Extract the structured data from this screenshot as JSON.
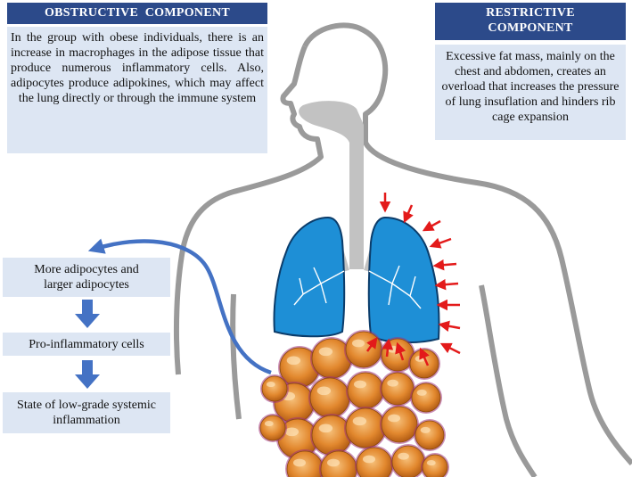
{
  "obstructive": {
    "title": "OBSTRUCTIVE  COMPONENT",
    "text": "In the group with obese individuals, there is an increase in macrophages in the adipose tissue that produce numerous inflammatory cells. Also, adipocytes produce adipokines, which may affect the lung directly or through the immune system"
  },
  "restrictive": {
    "title_line1": "RESTRICTIVE",
    "title_line2": "COMPONENT",
    "text": "Excessive fat mass, mainly on the chest and abdomen, creates an overload that increases the pressure of lung insuflation and hinders rib cage expansion"
  },
  "flow": {
    "steps": [
      "More adipocytes and larger adipocytes",
      "Pro-inflammatory cells",
      "State of low-grade systemic inflammation"
    ]
  },
  "colors": {
    "header": "#2c4a8a",
    "box": "#dde6f3",
    "lung": "#1e8fd6",
    "lung_outline": "#0b3c6a",
    "flow_arrow": "#4472c4",
    "pressure_arrow": "#e31a1a",
    "body_outline": "#9a9a9a",
    "airway": "#c2c2c2",
    "fat_cell": "#e2882e"
  },
  "icons": [
    "human-silhouette",
    "lungs",
    "adipocyte-cluster",
    "pressure-arrows",
    "curved-arrow"
  ]
}
